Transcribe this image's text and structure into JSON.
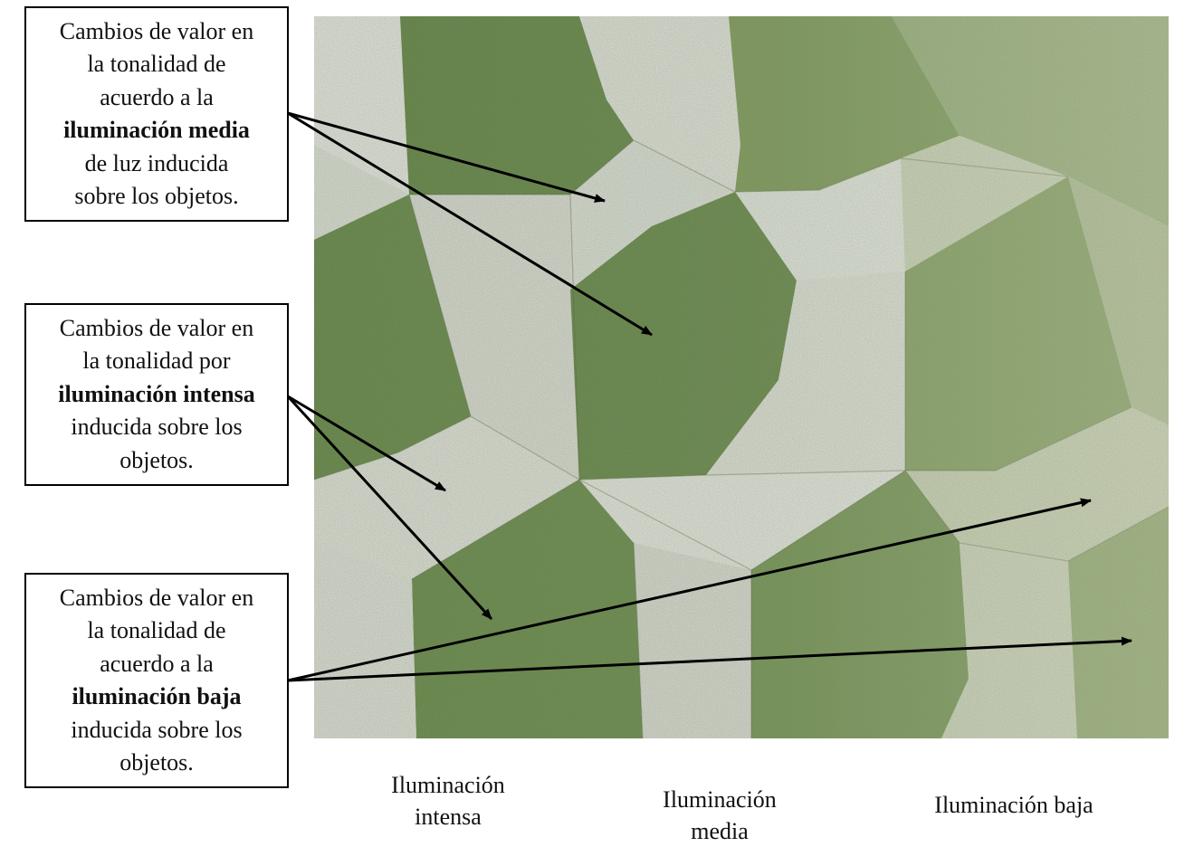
{
  "callouts": [
    {
      "id": "media",
      "lines": [
        [
          {
            "t": "Cambios de valor en",
            "b": false
          }
        ],
        [
          {
            "t": "la tonalidad de",
            "b": false
          }
        ],
        [
          {
            "t": "acuerdo a la",
            "b": false
          }
        ],
        [
          {
            "t": "iluminación media",
            "b": true
          }
        ],
        [
          {
            "t": "de luz inducida",
            "b": false
          }
        ],
        [
          {
            "t": "sobre los objetos.",
            "b": false
          }
        ]
      ]
    },
    {
      "id": "intensa",
      "lines": [
        [
          {
            "t": "Cambios de valor en",
            "b": false
          }
        ],
        [
          {
            "t": "la tonalidad por",
            "b": false
          }
        ],
        [
          {
            "t": "iluminación intensa",
            "b": true
          }
        ],
        [
          {
            "t": "inducida sobre los",
            "b": false
          }
        ],
        [
          {
            "t": "objetos.",
            "b": false
          }
        ]
      ]
    },
    {
      "id": "baja",
      "lines": [
        [
          {
            "t": "Cambios de valor en",
            "b": false
          }
        ],
        [
          {
            "t": "la tonalidad de",
            "b": false
          }
        ],
        [
          {
            "t": "acuerdo a la",
            "b": false
          }
        ],
        [
          {
            "t": "iluminación baja",
            "b": true
          }
        ],
        [
          {
            "t": "inducida sobre los",
            "b": false
          }
        ],
        [
          {
            "t": "objetos.",
            "b": false
          }
        ]
      ]
    }
  ],
  "captions": {
    "intensa": [
      "Iluminación",
      "intensa"
    ],
    "media": [
      "Iluminación",
      "media"
    ],
    "baja": [
      "Iluminación baja"
    ]
  },
  "colors": {
    "dark_green": "#5b7a3a",
    "mid_green": "#8ea06a",
    "pale_green": "#c9cfb5",
    "light_gray": "#e3e3df",
    "arrow": "#000000"
  }
}
